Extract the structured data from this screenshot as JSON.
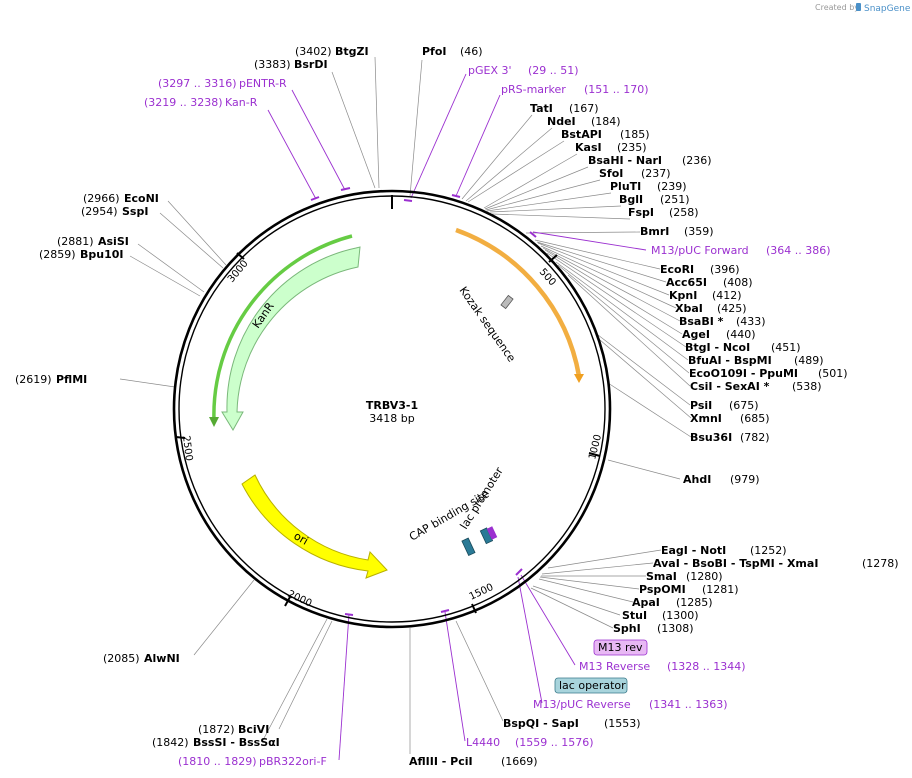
{
  "credit": {
    "prefix": "Created by",
    "brand": "SnapGene"
  },
  "plasmid": {
    "name": "TRBV3-1",
    "size": "3418 bp"
  },
  "ticks": [
    "500",
    "1000",
    "1500",
    "2000",
    "2500",
    "3000"
  ],
  "features": {
    "kanr": "KanR",
    "ori": "ori",
    "kozak": "Kozak sequence",
    "cap": "CAP binding site",
    "lac_promoter": "lac promoter"
  },
  "enzymes": [
    {
      "name": "PfoI",
      "pos": "(46)"
    },
    {
      "name": "BtgZI",
      "pos": "(3402)"
    },
    {
      "name": "BsrDI",
      "pos": "(3383)"
    },
    {
      "name": "TatI",
      "pos": "(167)"
    },
    {
      "name": "NdeI",
      "pos": "(184)"
    },
    {
      "name": "BstAPI",
      "pos": "(185)"
    },
    {
      "name": "KasI",
      "pos": "(235)"
    },
    {
      "name": "BsaHI - NarI",
      "pos": "(236)"
    },
    {
      "name": "SfoI",
      "pos": "(237)"
    },
    {
      "name": "PluTI",
      "pos": "(239)"
    },
    {
      "name": "BglI",
      "pos": "(251)"
    },
    {
      "name": "FspI",
      "pos": "(258)"
    },
    {
      "name": "BmrI",
      "pos": "(359)"
    },
    {
      "name": "EcoRI",
      "pos": "(396)"
    },
    {
      "name": "Acc65I",
      "pos": "(408)"
    },
    {
      "name": "KpnI",
      "pos": "(412)"
    },
    {
      "name": "XbaI",
      "pos": "(425)"
    },
    {
      "name": "BsaBI *",
      "pos": "(433)"
    },
    {
      "name": "AgeI",
      "pos": "(440)"
    },
    {
      "name": "BtgI - NcoI",
      "pos": "(451)"
    },
    {
      "name": "BfuAI - BspMI",
      "pos": "(489)"
    },
    {
      "name": "EcoO109I - PpuMI",
      "pos": "(501)"
    },
    {
      "name": "CsiI - SexAI *",
      "pos": "(538)"
    },
    {
      "name": "PsiI",
      "pos": "(675)"
    },
    {
      "name": "XmnI",
      "pos": "(685)"
    },
    {
      "name": "Bsu36I",
      "pos": "(782)"
    },
    {
      "name": "AhdI",
      "pos": "(979)"
    },
    {
      "name": "EagI - NotI",
      "pos": "(1252)"
    },
    {
      "name": "AvaI - BsoBI - TspMI - XmaI",
      "pos": "(1278)"
    },
    {
      "name": "SmaI",
      "pos": "(1280)"
    },
    {
      "name": "PspOMI",
      "pos": "(1281)"
    },
    {
      "name": "ApaI",
      "pos": "(1285)"
    },
    {
      "name": "StuI",
      "pos": "(1300)"
    },
    {
      "name": "SphI",
      "pos": "(1308)"
    },
    {
      "name": "BspQI - SapI",
      "pos": "(1553)"
    },
    {
      "name": "AflIII - PciI",
      "pos": "(1669)"
    },
    {
      "name": "BciVI",
      "pos": "(1872)"
    },
    {
      "name": "BssSI - BssSαI",
      "pos": "(1842)"
    },
    {
      "name": "AlwNI",
      "pos": "(2085)"
    },
    {
      "name": "PflMI",
      "pos": "(2619)"
    },
    {
      "name": "AsiSI",
      "pos": "(2881)"
    },
    {
      "name": "Bpu10I",
      "pos": "(2859)"
    },
    {
      "name": "EcoNI",
      "pos": "(2966)"
    },
    {
      "name": "SspI",
      "pos": "(2954)"
    }
  ],
  "primers": [
    {
      "name": "pGEX 3'",
      "pos": "(29 .. 51)"
    },
    {
      "name": "pRS-marker",
      "pos": "(151 .. 170)"
    },
    {
      "name": "pENTR-R",
      "pos": "(3297 .. 3316)"
    },
    {
      "name": "Kan-R",
      "pos": "(3219 .. 3238)"
    },
    {
      "name": "M13/pUC Forward",
      "pos": "(364 .. 386)"
    },
    {
      "name": "M13 Reverse",
      "pos": "(1328 .. 1344)"
    },
    {
      "name": "M13/pUC Reverse",
      "pos": "(1341 .. 1363)"
    },
    {
      "name": "L4440",
      "pos": "(1559 .. 1576)"
    },
    {
      "name": "pBR322ori-F",
      "pos": "(1810 .. 1829)"
    }
  ],
  "boxes": {
    "m13rev": "M13 rev",
    "lac_operator": "lac operator"
  },
  "colors": {
    "primer": "#9b30d0",
    "kanr_fill": "#ccffcc",
    "ori_fill": "#ffff00",
    "arc_orange": "#f0a020",
    "lac_box": "#a8d4dc",
    "m13_box": "#e8b8f4"
  }
}
